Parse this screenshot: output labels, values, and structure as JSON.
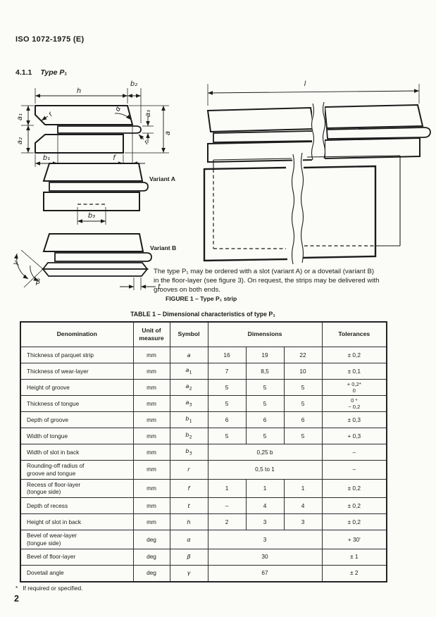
{
  "page": {
    "doc_ref": "ISO 1072-1975 (E)",
    "section_number": "4.1.1",
    "section_title": "Type P₁",
    "page_number": "2",
    "footnote_marker": "*",
    "footnote_text": "If required or specified."
  },
  "figure": {
    "note": "The type P₁ may be ordered with a slot (variant A) or a dovetail (variant B)\nin the floor-layer (see figure 3). On request, the strips may be delivered with\ngrooves on both ends.",
    "caption": "FIGURE 1 – Type P₁ strip",
    "variant_a_label": "Variant A",
    "variant_b_label": "Variant B",
    "labels": {
      "h": "h",
      "b2": "b₂",
      "a1": "a₁",
      "a2": "a₂",
      "a3": "a₃",
      "a": "a",
      "b1": "b₁",
      "f": "f",
      "r1": "r",
      "r2": "r",
      "alpha": "α",
      "b3": "b₃",
      "gamma": "γ",
      "beta": "β",
      "t": "t",
      "l": "l"
    }
  },
  "table": {
    "caption": "TABLE 1 – Dimensional characteristics of type P₁",
    "headers": {
      "denomination": "Denomination",
      "unit": "Unit of\nmeasure",
      "symbol": "Symbol",
      "dimensions": "Dimensions",
      "tolerances": "Tolerances"
    },
    "rows": [
      {
        "denomination": [
          "Thickness of parquet strip"
        ],
        "unit": "mm",
        "symbol": {
          "base": "a",
          "sub": ""
        },
        "dims": [
          "16",
          "19",
          "22"
        ],
        "tolerance": "± 0,2"
      },
      {
        "denomination": [
          "Thickness of wear-layer"
        ],
        "unit": "mm",
        "symbol": {
          "base": "a",
          "sub": "1"
        },
        "dims": [
          "7",
          "8,5",
          "10"
        ],
        "tolerance": "± 0,1"
      },
      {
        "denomination": [
          "Height of groove"
        ],
        "unit": "mm",
        "symbol": {
          "base": "a",
          "sub": "2"
        },
        "dims": [
          "5",
          "5",
          "5"
        ],
        "tolerance_stack": [
          "+ 0,2*",
          "0"
        ]
      },
      {
        "denomination": [
          "Thickness of tongue"
        ],
        "unit": "mm",
        "symbol": {
          "base": "a",
          "sub": "3"
        },
        "dims": [
          "5",
          "5",
          "5"
        ],
        "tolerance_stack": [
          "0  *",
          "− 0,2"
        ]
      },
      {
        "denomination": [
          "Depth of groove"
        ],
        "unit": "mm",
        "symbol": {
          "base": "b",
          "sub": "1"
        },
        "dims": [
          "6",
          "6",
          "6"
        ],
        "tolerance": "± 0,3"
      },
      {
        "denomination": [
          "Width of tongue"
        ],
        "unit": "mm",
        "symbol": {
          "base": "b",
          "sub": "2"
        },
        "dims": [
          "5",
          "5",
          "5"
        ],
        "tolerance": "+ 0,3"
      },
      {
        "denomination": [
          "Width of slot in back"
        ],
        "unit": "mm",
        "symbol": {
          "base": "b",
          "sub": "3"
        },
        "dims_span": "0,25 b",
        "tolerance": "–"
      },
      {
        "denomination": [
          "Rounding-off radius of",
          "groove and tongue"
        ],
        "unit": "mm",
        "symbol": {
          "base": "r",
          "sub": ""
        },
        "dims_span": "0,5 to 1",
        "tolerance": "–"
      },
      {
        "denomination": [
          "Recess of floor-layer",
          "(tongue side)"
        ],
        "unit": "mm",
        "symbol": {
          "base": "f",
          "sub": ""
        },
        "dims": [
          "1",
          "1",
          "1"
        ],
        "tolerance": "± 0,2"
      },
      {
        "denomination": [
          "Depth of recess"
        ],
        "unit": "mm",
        "symbol": {
          "base": "t",
          "sub": ""
        },
        "dims": [
          "–",
          "4",
          "4"
        ],
        "tolerance": "± 0,2"
      },
      {
        "denomination": [
          "Height of slot in back"
        ],
        "unit": "mm",
        "symbol": {
          "base": "h",
          "sub": ""
        },
        "dims": [
          "2",
          "3",
          "3"
        ],
        "tolerance": "± 0,2"
      },
      {
        "denomination": [
          "Bevel of wear-layer",
          "(tongue side)"
        ],
        "unit": "deg",
        "symbol": {
          "base": "α",
          "sub": ""
        },
        "dims_span": "3",
        "tolerance": "+ 30'"
      },
      {
        "denomination": [
          "Bevel of floor-layer"
        ],
        "unit": "deg",
        "symbol": {
          "base": "β",
          "sub": ""
        },
        "dims_span": "30",
        "tolerance": "± 1"
      },
      {
        "denomination": [
          "Dovetail angle"
        ],
        "unit": "deg",
        "symbol": {
          "base": "γ",
          "sub": ""
        },
        "dims_span": "67",
        "tolerance": "± 2"
      }
    ]
  }
}
